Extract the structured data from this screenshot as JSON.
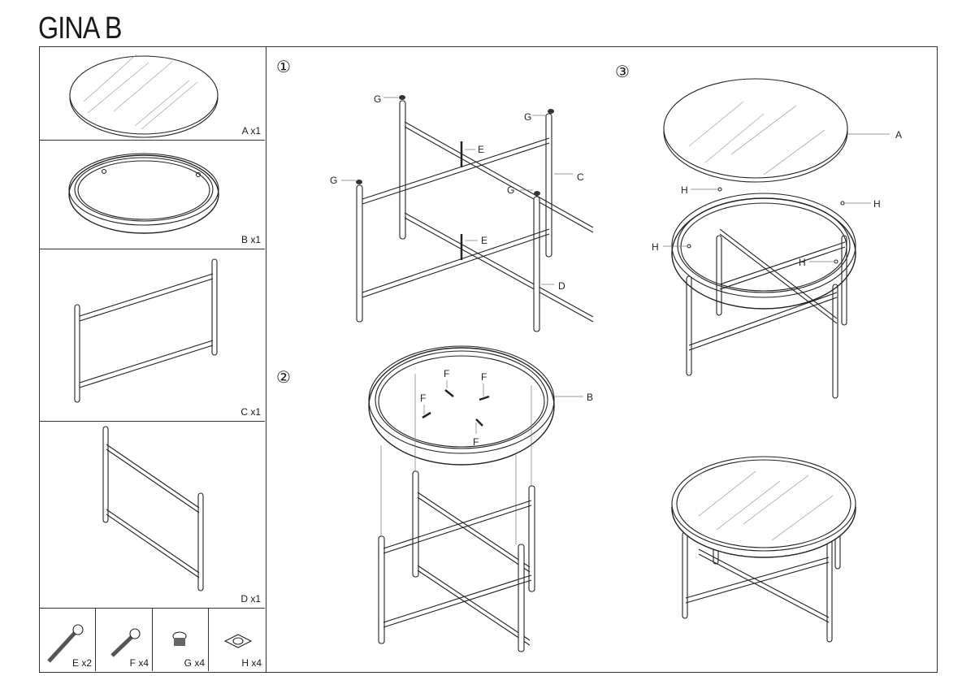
{
  "document": {
    "title": "GINA B"
  },
  "parts_list": [
    {
      "id": "A",
      "label": "A x1",
      "description": "glass-top"
    },
    {
      "id": "B",
      "label": "B x1",
      "description": "round-frame"
    },
    {
      "id": "C",
      "label": "C x1",
      "description": "leg-frame-c"
    },
    {
      "id": "D",
      "label": "D x1",
      "description": "leg-frame-d"
    }
  ],
  "hardware": [
    {
      "id": "E",
      "label": "E x2",
      "icon": "long-screw-icon"
    },
    {
      "id": "F",
      "label": "F x4",
      "icon": "short-screw-icon"
    },
    {
      "id": "G",
      "label": "G x4",
      "icon": "end-cap-icon"
    },
    {
      "id": "H",
      "label": "H x4",
      "icon": "pad-icon"
    }
  ],
  "steps": [
    {
      "number": "①",
      "callouts": {
        "G": "G",
        "E": "E",
        "C": "C",
        "D": "D"
      }
    },
    {
      "number": "②",
      "callouts": {
        "F": "F",
        "B": "B"
      }
    },
    {
      "number": "③",
      "callouts": {
        "A": "A",
        "H": "H"
      }
    }
  ]
}
